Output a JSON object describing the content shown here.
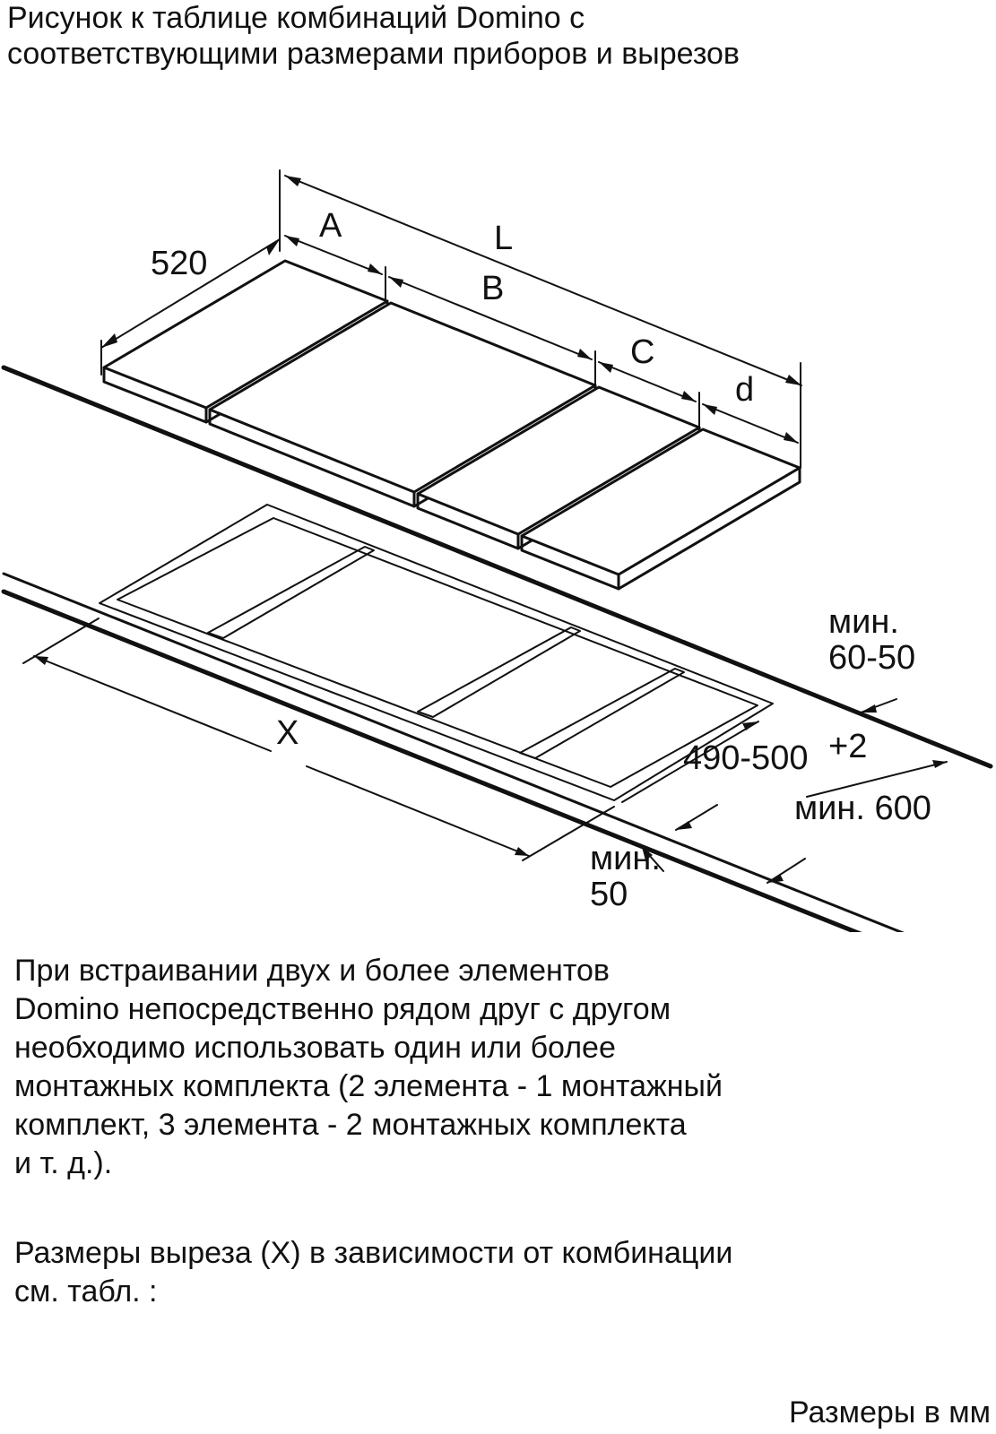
{
  "title": {
    "line1": "Рисунок к таблице комбинаций Domino с",
    "line2": "соответствующими размерами приборов и вырезов"
  },
  "diagram": {
    "labels": {
      "width_520": "520",
      "A": "A",
      "L": "L",
      "B": "B",
      "C": "C",
      "d": "d",
      "X": "X",
      "min_60_50_a": "мин.",
      "min_60_50_b": "60-50",
      "depth_490_500": "490-500",
      "depth_tol": "+2",
      "min_600": "мин. 600",
      "min_50_a": "мин.",
      "min_50_b": "50"
    }
  },
  "paragraph1": [
    "При встраивании двух и более элементов",
    "Domino непосредственно рядом друг с другом",
    "необходимо использовать один или более",
    "монтажных комплекта (2 элемента - 1 монтажный",
    "комплект, 3 элемента - 2 монтажных комплекта",
    "и т. д.)."
  ],
  "paragraph2": [
    "Размеры выреза (X) в зависимости от комбинации",
    "см. табл. :"
  ],
  "footnote": "Размеры в мм"
}
